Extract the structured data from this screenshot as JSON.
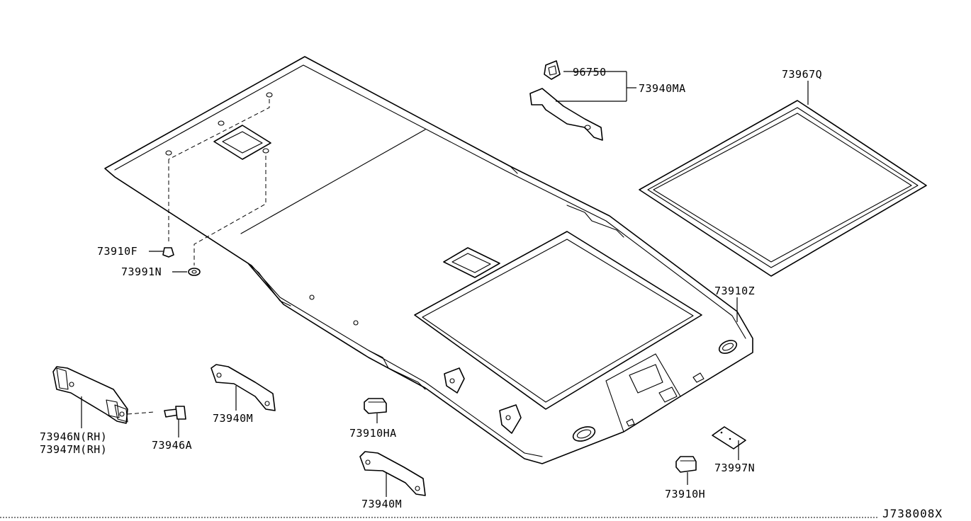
{
  "diagram_code": "J738008X",
  "parts": {
    "p_96750": "96750",
    "p_73940MA": "73940MA",
    "p_73967Q": "73967Q",
    "p_73910F": "73910F",
    "p_73991N": "73991N",
    "p_73910Z": "73910Z",
    "p_73946N": "73946N(RH)",
    "p_73947M": "73947M(RH)",
    "p_73946A": "73946A",
    "p_73940M_a": "73940M",
    "p_73910HA": "73910HA",
    "p_73940M_b": "73940M",
    "p_73997N": "73997N",
    "p_73910H": "73910H"
  }
}
